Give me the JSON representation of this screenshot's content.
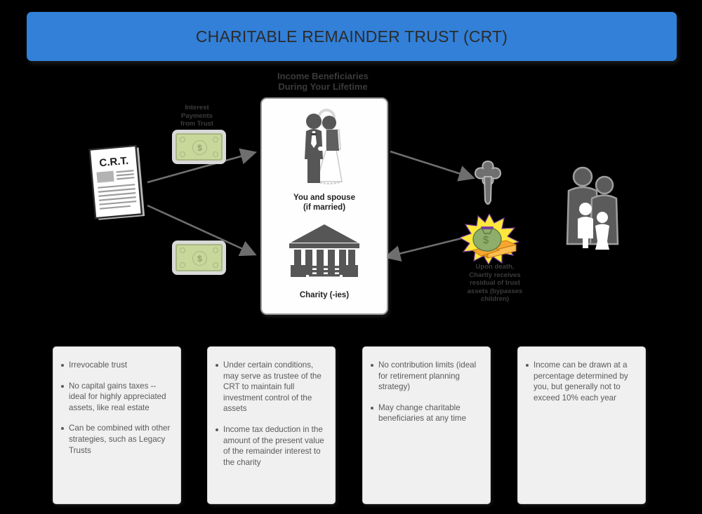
{
  "page": {
    "background_color": "#000000",
    "title_banner": {
      "text": "CHARITABLE REMAINDER TRUST (CRT)",
      "background_color": "#3280d8",
      "text_color": "#2b2b2b"
    }
  },
  "diagram": {
    "trust_document": {
      "label": "C.R.T.",
      "icon": "document-icon"
    },
    "interest_payment": {
      "label": "Interest\nPayments\nfrom Trust",
      "line1": "Interest",
      "line2": "Payments",
      "line3": "from Trust",
      "icon": "money-bill-icon",
      "currency_symbol": "$"
    },
    "second_payment": {
      "icon": "money-bill-icon",
      "currency_symbol": "$"
    },
    "beneficiary_section": {
      "header_line1": "Income Beneficiaries",
      "header_line2": "During Your Lifetime",
      "items": [
        {
          "icon": "couple-icon",
          "caption_line1": "You and spouse",
          "caption_line2": "(if married)"
        },
        {
          "icon": "charity-building-icon",
          "caption_line1": "Charity (-ies)",
          "caption_line2": ""
        }
      ]
    },
    "death_marker": {
      "icon": "cross-grave-icon"
    },
    "residual_assets": {
      "icon": "treasure-money-bag-icon",
      "label_line1": "Upon death,",
      "label_line2": "Charity receives",
      "label_line3": "residual of trust",
      "label_line4": "assets (bypasses",
      "label_line5": "children)"
    },
    "family": {
      "icon": "family-icon"
    },
    "arrow_color": "#6e6e6e"
  },
  "info_boxes": [
    {
      "id": "box-1",
      "bullets": [
        "Irrevocable trust",
        "No capital gains taxes -- ideal for highly appreciated assets, like real estate",
        "Can be combined with other strategies, such as Legacy Trusts"
      ]
    },
    {
      "id": "box-2",
      "bullets": [
        "Under certain conditions, may serve as trustee of the CRT to maintain full investment control of the assets",
        "Income tax deduction in the amount of the present value of the remainder interest to the charity"
      ]
    },
    {
      "id": "box-3",
      "bullets": [
        "No contribution limits (ideal for retirement planning strategy)",
        "May change charitable beneficiaries at any time"
      ]
    },
    {
      "id": "box-4",
      "bullets": [
        "Income can be drawn at a percentage determined by you, but generally not to exceed 10% each year"
      ]
    }
  ]
}
